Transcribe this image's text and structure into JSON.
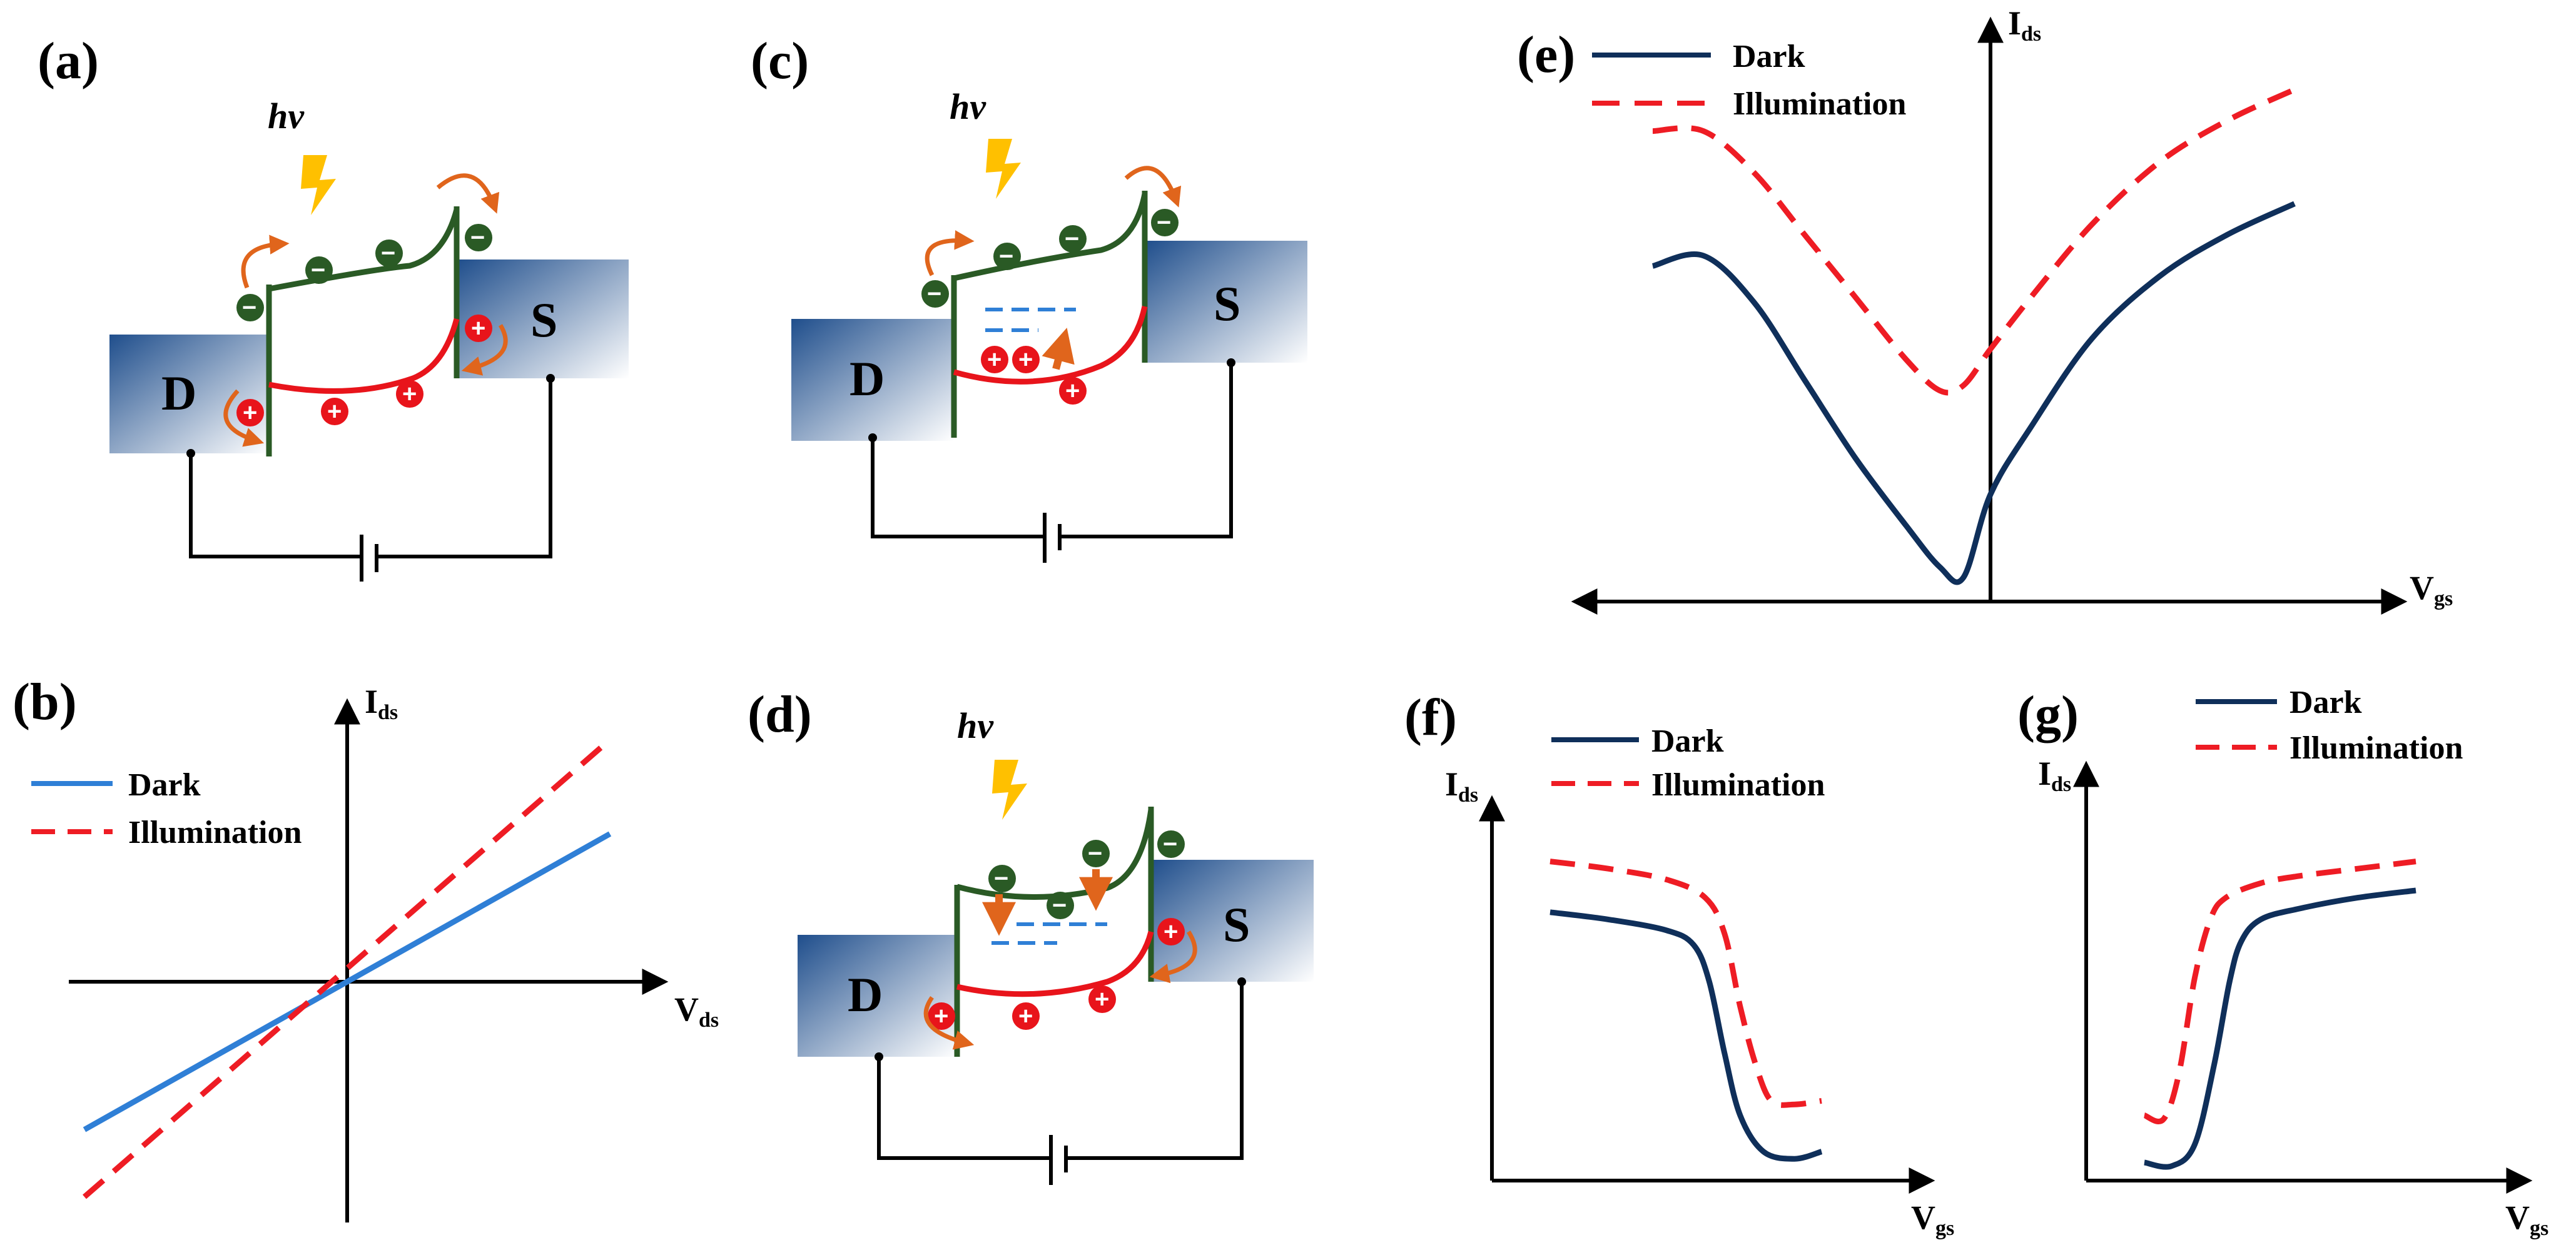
{
  "labels": {
    "a": "(a)",
    "b": "(b)",
    "c": "(c)",
    "d": "(d)",
    "e": "(e)",
    "f": "(f)",
    "g": "(g)"
  },
  "terminals": {
    "drain": "D",
    "source": "S"
  },
  "photon": "hv",
  "axes": {
    "ids_main": "I",
    "ids_sub": "ds",
    "vds_main": "V",
    "vds_sub": "ds",
    "vgs_main": "V",
    "vgs_sub": "gs"
  },
  "legend": {
    "dark": "Dark",
    "illumination": "Illumination"
  },
  "charges": {
    "electron": "−",
    "hole": "+"
  },
  "colors": {
    "conduction_band": "#2a5a25",
    "valence_band": "#e8141b",
    "dark_curve_iv": "#2f7fd6",
    "dark_curve": "#0f2f5a",
    "illumination_curve": "#ee1c24",
    "arrow": "#e0651c",
    "bolt": "#ffc000",
    "trap_lines": "#2f7fd6",
    "electrode_dark": "#1f4e8c",
    "electrode_light": "#ffffff"
  },
  "chart_data": [
    {
      "panel": "(b)",
      "type": "line",
      "xlabel": "Vds",
      "ylabel": "Ids",
      "series": [
        {
          "name": "Dark",
          "style": "solid",
          "color": "#2f7fd6",
          "x": [
            -1,
            1
          ],
          "y": [
            -0.55,
            0.55
          ]
        },
        {
          "name": "Illumination",
          "style": "dashed",
          "color": "#ee1c24",
          "x": [
            -1,
            1
          ],
          "y": [
            -0.8,
            0.9
          ]
        }
      ]
    },
    {
      "panel": "(e)",
      "type": "line",
      "xlabel": "Vgs",
      "ylabel": "Ids",
      "series": [
        {
          "name": "Dark",
          "style": "solid",
          "color": "#0f2f5a",
          "x": [
            -1,
            -0.85,
            -0.7,
            -0.55,
            -0.4,
            -0.25,
            -0.15,
            -0.08,
            0,
            0.12,
            0.3,
            0.5,
            0.7,
            0.9
          ],
          "y": [
            0.62,
            0.64,
            0.55,
            0.4,
            0.25,
            0.12,
            0.04,
            0.02,
            0.18,
            0.31,
            0.48,
            0.6,
            0.68,
            0.74
          ]
        },
        {
          "name": "Illumination",
          "style": "dashed",
          "color": "#ee1c24",
          "x": [
            -1,
            -0.85,
            -0.7,
            -0.55,
            -0.4,
            -0.25,
            -0.15,
            -0.08,
            0,
            0.12,
            0.3,
            0.5,
            0.7,
            0.9
          ],
          "y": [
            0.88,
            0.88,
            0.8,
            0.68,
            0.56,
            0.44,
            0.38,
            0.39,
            0.46,
            0.56,
            0.7,
            0.82,
            0.9,
            0.96
          ]
        }
      ]
    },
    {
      "panel": "(f)",
      "type": "line",
      "xlabel": "Vgs",
      "ylabel": "Ids",
      "series": [
        {
          "name": "Dark",
          "style": "solid",
          "color": "#0f2f5a",
          "x": [
            0.15,
            0.3,
            0.45,
            0.52,
            0.56,
            0.6,
            0.64,
            0.7,
            0.78,
            0.85
          ],
          "y": [
            0.74,
            0.72,
            0.69,
            0.65,
            0.55,
            0.35,
            0.18,
            0.08,
            0.06,
            0.08
          ]
        },
        {
          "name": "Illumination",
          "style": "dashed",
          "color": "#ee1c24",
          "x": [
            0.15,
            0.3,
            0.45,
            0.55,
            0.6,
            0.64,
            0.68,
            0.72,
            0.78,
            0.85
          ],
          "y": [
            0.88,
            0.86,
            0.83,
            0.78,
            0.68,
            0.48,
            0.32,
            0.22,
            0.21,
            0.22
          ]
        }
      ]
    },
    {
      "panel": "(g)",
      "type": "line",
      "xlabel": "Vgs",
      "ylabel": "Ids",
      "series": [
        {
          "name": "Dark",
          "style": "solid",
          "color": "#0f2f5a",
          "x": [
            0.15,
            0.22,
            0.28,
            0.33,
            0.37,
            0.4,
            0.45,
            0.55,
            0.7,
            0.85
          ],
          "y": [
            0.05,
            0.04,
            0.1,
            0.32,
            0.55,
            0.66,
            0.72,
            0.75,
            0.78,
            0.8
          ]
        },
        {
          "name": "Illumination",
          "style": "dashed",
          "color": "#ee1c24",
          "x": [
            0.15,
            0.2,
            0.24,
            0.28,
            0.32,
            0.36,
            0.45,
            0.55,
            0.7,
            0.85
          ],
          "y": [
            0.18,
            0.17,
            0.3,
            0.56,
            0.72,
            0.78,
            0.82,
            0.84,
            0.86,
            0.88
          ]
        }
      ]
    }
  ]
}
